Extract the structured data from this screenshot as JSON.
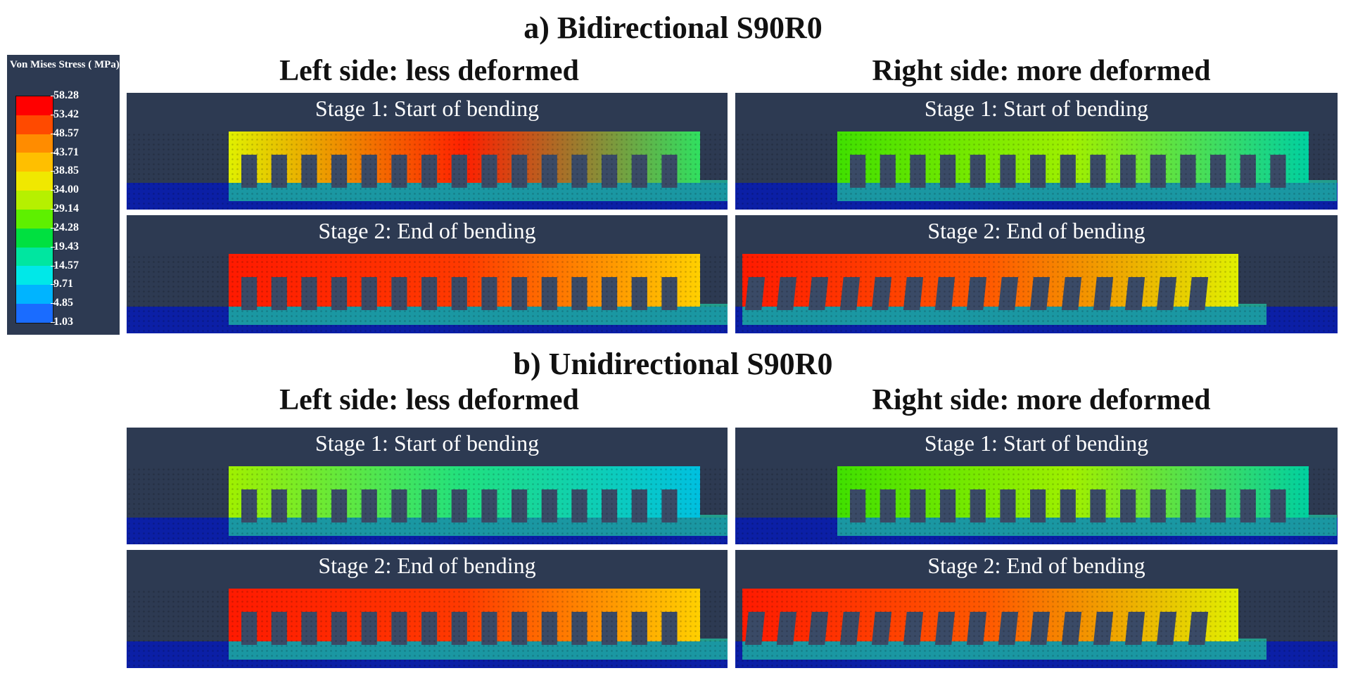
{
  "sections": [
    {
      "title": "a) Bidirectional S90R0",
      "left_heading": "Left side: less deformed",
      "right_heading": "Right side: more deformed"
    },
    {
      "title": "b) Unidirectional S90R0",
      "left_heading": "Left side: less deformed",
      "right_heading": "Right side: more deformed"
    }
  ],
  "stage_labels": {
    "stage1": "Stage 1: Start of bending",
    "stage2": "Stage 2: End of bending"
  },
  "legend": {
    "title": "Von Mises Stress ( MPa)",
    "ticks": [
      "58.28",
      "53.42",
      "48.57",
      "43.71",
      "38.85",
      "34.00",
      "29.14",
      "24.28",
      "19.43",
      "14.57",
      "9.71",
      "4.85",
      "1.03"
    ],
    "colors": [
      "#ff0000",
      "#ff4a00",
      "#ff8c00",
      "#ffbf00",
      "#f0e800",
      "#b6f000",
      "#5ef000",
      "#00e040",
      "#00e6a0",
      "#00e8e8",
      "#00b4ff",
      "#1a6cff",
      "#1a1aff"
    ]
  },
  "colors": {
    "panel_bg": "#2d3a52",
    "substrate": "#0b1fa6",
    "fin": "#3a4a66"
  },
  "panels": [
    {
      "id": "a-left-1",
      "style": "mixed-light"
    },
    {
      "id": "a-right-1",
      "style": "green"
    },
    {
      "id": "a-left-2",
      "style": "red"
    },
    {
      "id": "a-right-2",
      "style": "red-tilted"
    },
    {
      "id": "b-left-1",
      "style": "green-fade"
    },
    {
      "id": "b-right-1",
      "style": "green"
    },
    {
      "id": "b-left-2",
      "style": "red"
    },
    {
      "id": "b-right-2",
      "style": "red-tilted"
    }
  ]
}
